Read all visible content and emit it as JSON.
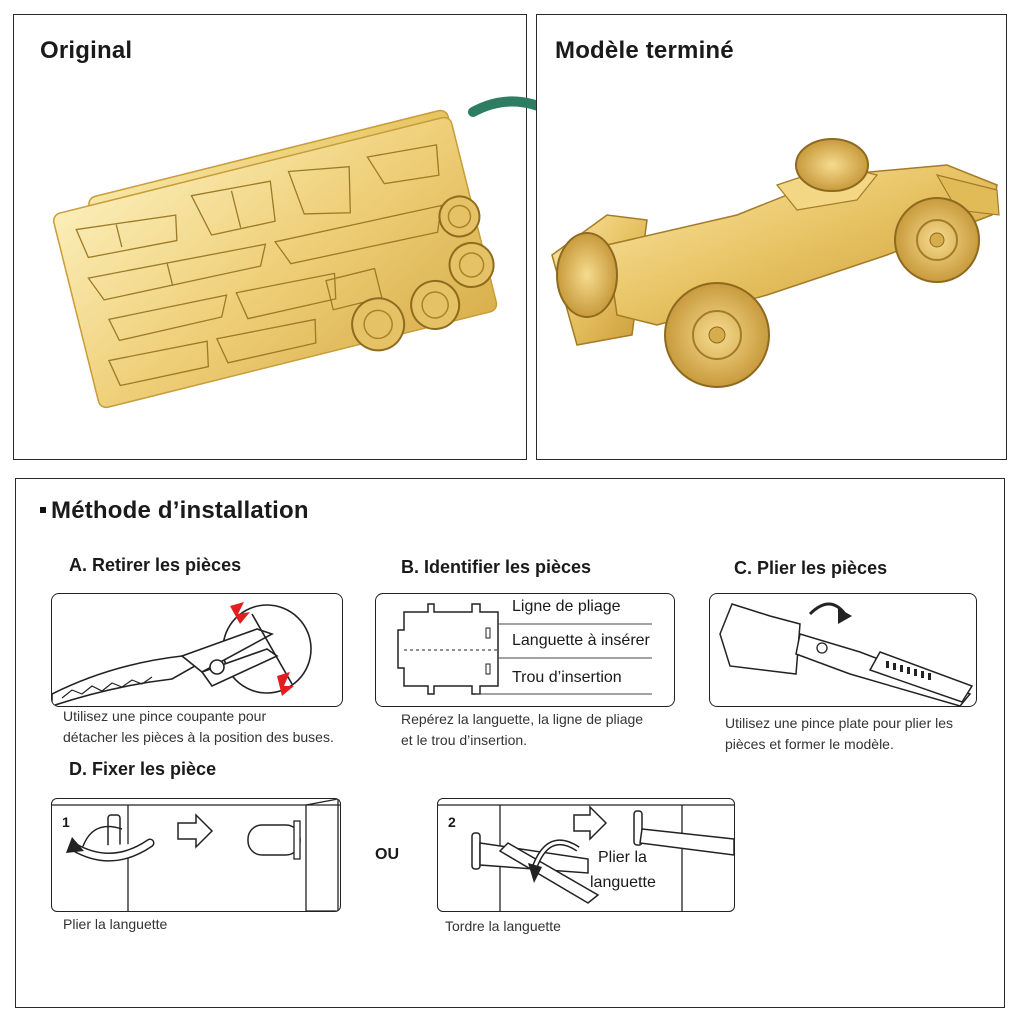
{
  "original": {
    "title": "Original"
  },
  "finished": {
    "title": "Modèle terminé"
  },
  "install": {
    "title": "Méthode d’installation",
    "steps": {
      "a": {
        "title": "A. Retirer les pièces",
        "caption_l1": "Utilisez une pince coupante pour",
        "caption_l2": "détacher les pièces à la position des buses."
      },
      "b": {
        "title": "B. Identifier les pièces",
        "label_fold": "Ligne de pliage",
        "label_tab": "Languette à insérer",
        "label_hole": "Trou d’insertion",
        "caption_l1": "Repérez la languette, la ligne de pliage",
        "caption_l2": "et le trou d’insertion."
      },
      "c": {
        "title": "C. Plier les pièces",
        "caption_l1": "Utilisez une pince plate pour plier les",
        "caption_l2": "pièces et former le modèle."
      },
      "d": {
        "title": "D. Fixer les pièce",
        "num1": "1",
        "num2": "2",
        "or": "OU",
        "fold_label_l1": "Plier la",
        "fold_label_l2": "languette",
        "caption1": "Plier la languette",
        "caption2": "Tordre la languette"
      }
    }
  },
  "colors": {
    "gold": "#e8c564",
    "gold_dark": "#b08a2e",
    "arrow_green": "#2e7d62",
    "red_mark": "#e02020"
  }
}
